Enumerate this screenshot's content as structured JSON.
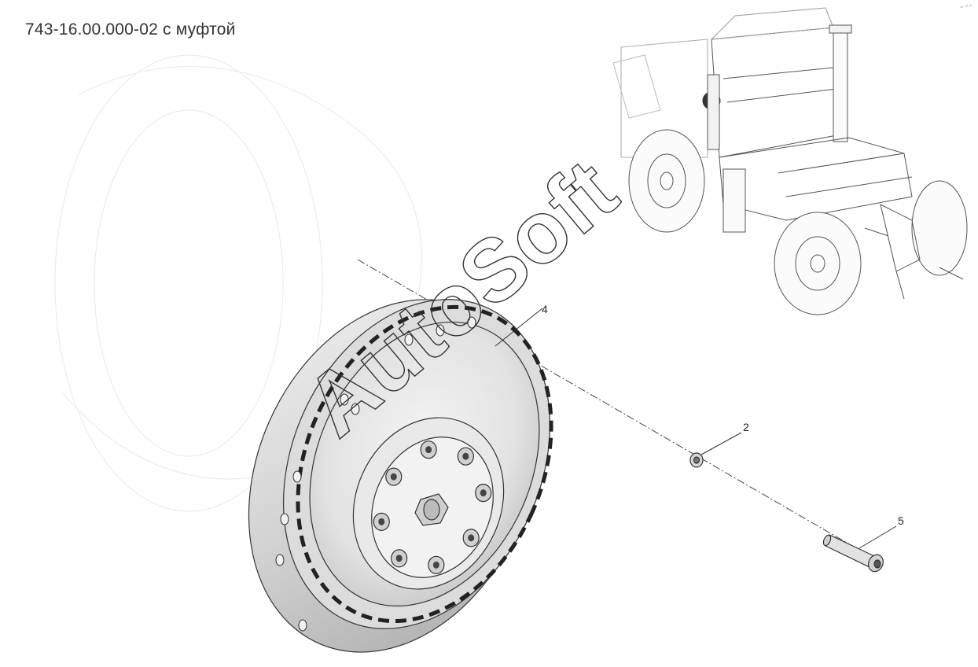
{
  "title": "743-16.00.000-02 с муфтой",
  "watermark": "AutoSoft",
  "callouts": [
    {
      "id": "callout-4",
      "number": "4"
    },
    {
      "id": "callout-2",
      "number": "2"
    },
    {
      "id": "callout-5",
      "number": "5"
    }
  ],
  "colors": {
    "line": "#333333",
    "part_fill": "#e6e6e6",
    "part_shade": "#bdbdbd",
    "ghost": "#ececec"
  }
}
